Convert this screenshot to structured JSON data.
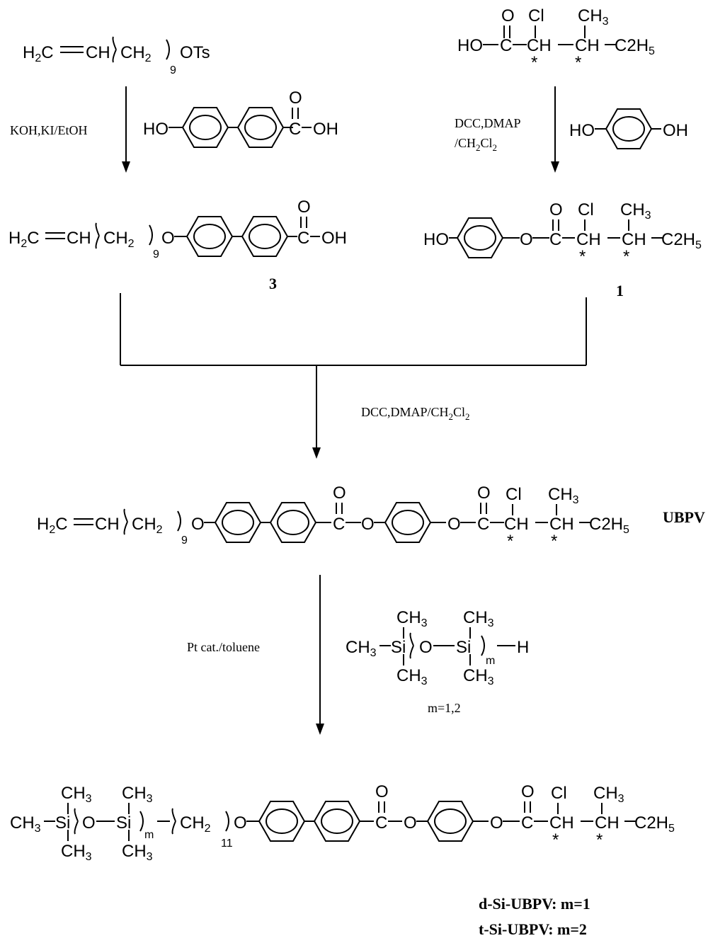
{
  "reactants": {
    "allyl_tosylate": {
      "prefix": "H2C=CH",
      "group": "CH2",
      "n": "9",
      "suffix": "OTs"
    },
    "chloro_acid": {
      "ho": "HO",
      "o": "O",
      "c": "C",
      "cl": "Cl",
      "ch": "CH",
      "ch3": "CH3",
      "c2h5": "C2H5",
      "star": "*"
    },
    "biphenyl_acid": {
      "ho": "HO",
      "c": "C",
      "oh": "OH",
      "o": "O"
    },
    "hydroquinone": {
      "ho": "HO",
      "oh": "OH"
    }
  },
  "conditions": {
    "step1": "KOH,KI/EtOH",
    "step2_line1": "DCC,DMAP",
    "step2_line2": "/CH2Cl2",
    "step3": "DCC,DMAP/CH2Cl2",
    "step4": "Pt cat./toluene",
    "siloxane_m": "m=1,2"
  },
  "products": {
    "compound3_label": "3",
    "compound1_label": "1",
    "ubpv_label": "UBPV",
    "final_label_1": "d-Si-UBPV: m=1",
    "final_label_2": "t-Si-UBPV: m=2"
  },
  "atoms": {
    "ho": "HO",
    "oh": "OH",
    "o": "O",
    "c": "C",
    "cl": "Cl",
    "ch": "CH",
    "ch3": "CH3",
    "c2h5": "C2H5",
    "ch2": "CH2",
    "h2c": "H2C",
    "eq_ch": "CH",
    "si": "Si",
    "h": "H",
    "ch3si": "CH3",
    "star": "*",
    "n9": "9",
    "n11": "11",
    "m": "m"
  }
}
